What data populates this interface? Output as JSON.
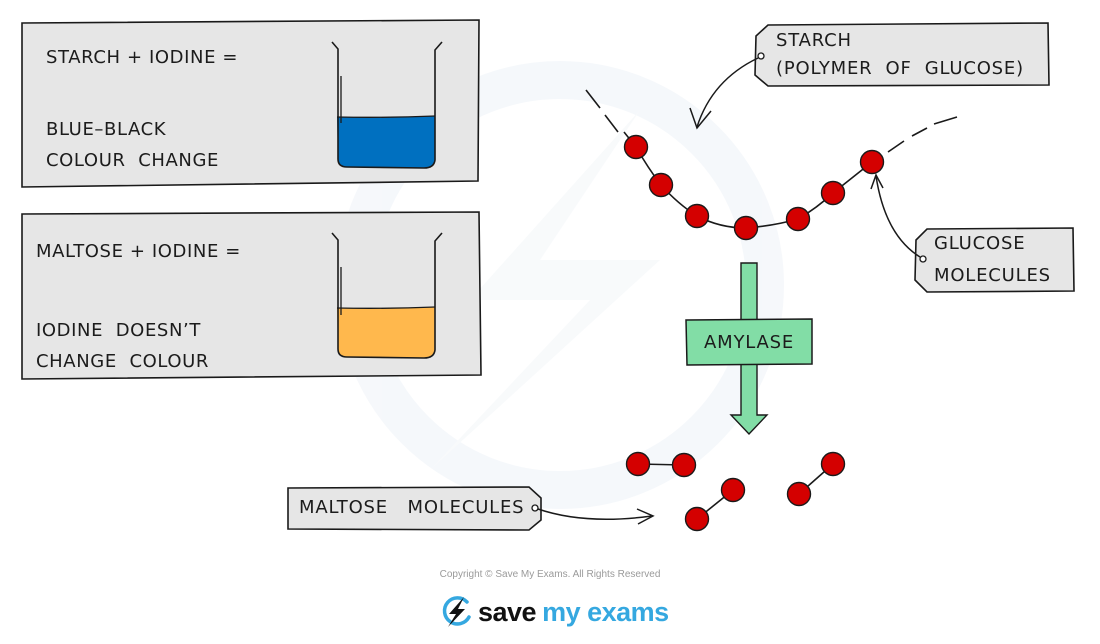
{
  "diagram": {
    "title": "Starch digestion by amylase and the iodine test",
    "tests": [
      {
        "equation": "STARCH + IODINE =",
        "result_lines": [
          "BLUE–BLACK",
          "COLOUR  CHANGE"
        ],
        "liquid_color": "#0070c0",
        "liquid_level": 0.5
      },
      {
        "equation": "MALTOSE + IODINE =",
        "result_lines": [
          "IODINE  DOESN’T",
          "CHANGE  COLOUR"
        ],
        "liquid_color": "#ffb84d",
        "liquid_level": 0.5
      }
    ],
    "labels": {
      "starch": [
        "STARCH",
        "(POLYMER  OF  GLUCOSE)"
      ],
      "glucose": [
        "GLUCOSE",
        "MOLECULES"
      ],
      "enzyme": "AMYLASE",
      "maltose": "MALTOSE   MOLECULES"
    },
    "starch_chain": {
      "glucose_count": 7,
      "continues_both_ends": true
    },
    "maltose": {
      "molecule_count": 3,
      "glucose_per_molecule": 2
    },
    "colors": {
      "panel_fill": "#e6e6e6",
      "outline": "#1a1a1a",
      "glucose_fill": "#d40000",
      "enzyme_fill": "#82dda6",
      "brand_blue": "#35a8e0"
    }
  },
  "footer": {
    "copyright": "Copyright © Save My Exams. All Rights Reserved",
    "brand_word1": "save",
    "brand_word2": "my exams",
    "logo_icon": "lightning-bolt-circle-icon"
  }
}
